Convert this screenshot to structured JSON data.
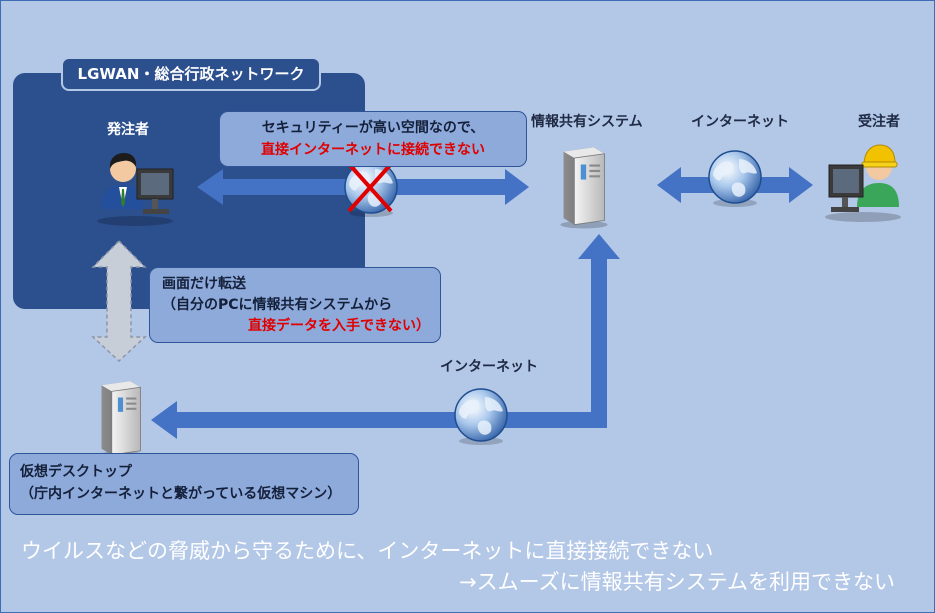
{
  "network": {
    "lgwan_title": "LGWAN・総合行政ネットワーク"
  },
  "labels": {
    "orderer": "発注者",
    "info_system": "情報共有システム",
    "internet_top": "インターネット",
    "contractor": "受注者",
    "internet_middle": "インターネット"
  },
  "notes": {
    "security_line1": "セキュリティーが高い空間なので、",
    "security_line2": "直接インターネットに接続できない",
    "screen_line1": "画面だけ転送",
    "screen_line2": "（自分のPCに情報共有システムから",
    "screen_line3": "直接データを入手できない）",
    "vdesk_line1": "仮想デスクトップ",
    "vdesk_line2": "（庁内インターネットと繋がっている仮想マシン）"
  },
  "message": {
    "line1": "ウイルスなどの脅威から守るために、インターネットに直接接続できない",
    "line2": "→スムーズに情報共有システムを利用できない"
  },
  "colors": {
    "background": "#b3c7e7",
    "panel": "#2c4f8e",
    "arrow": "#4472c4",
    "note_fill": "#8eaadb",
    "warning_red": "#e00000"
  },
  "icons": [
    "person-pc-icon",
    "server-icon",
    "globe-icon",
    "worker-pc-icon",
    "cross-mark-icon"
  ]
}
